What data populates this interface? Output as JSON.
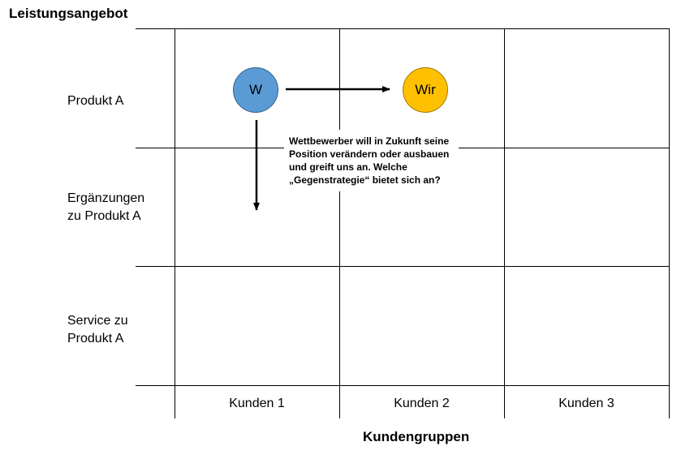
{
  "diagram": {
    "title": "Leistungsangebot",
    "x_axis_title": "Kundengruppen",
    "rows": [
      {
        "label": "Produkt A"
      },
      {
        "label": "Ergänzungen\nzu Produkt A"
      },
      {
        "label": "Service zu\nProdukt A"
      }
    ],
    "columns": [
      {
        "label": "Kunden 1"
      },
      {
        "label": "Kunden 2"
      },
      {
        "label": "Kunden 3"
      }
    ],
    "nodes": {
      "competitor": {
        "label": "W",
        "color": "#5b9bd5"
      },
      "us": {
        "label": "Wir",
        "color": "#ffc000"
      }
    },
    "callout": "Wettbewerber will in Zukunft seine Position verändern oder ausbauen und greift uns an. Welche „Gegenstrategie“ bietet sich an?"
  }
}
